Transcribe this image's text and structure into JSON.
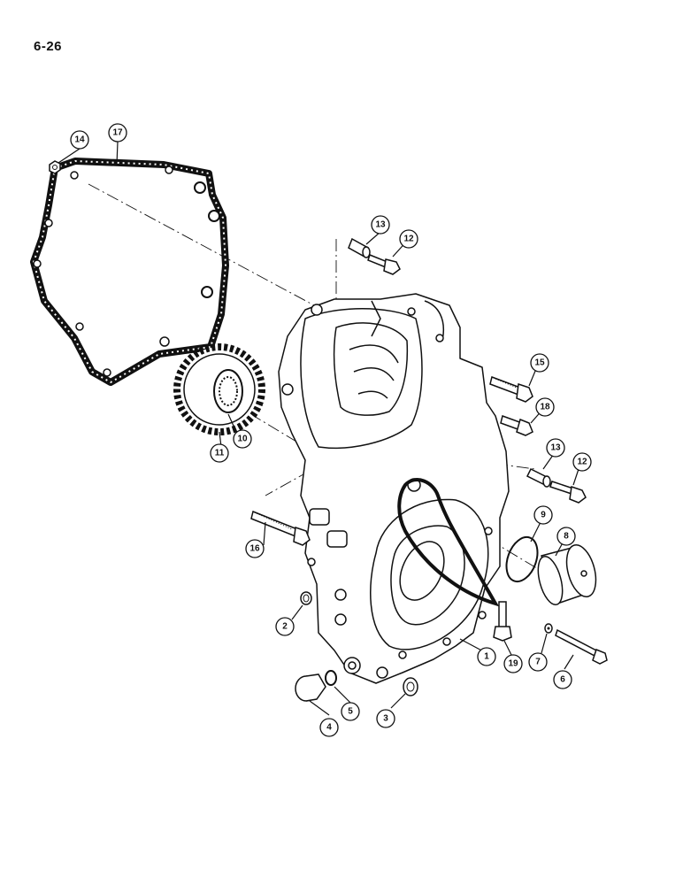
{
  "page": {
    "number": "6-26"
  },
  "callouts": [
    {
      "id": "c1",
      "label": "1"
    },
    {
      "id": "c2",
      "label": "2"
    },
    {
      "id": "c3",
      "label": "3"
    },
    {
      "id": "c4",
      "label": "4"
    },
    {
      "id": "c5",
      "label": "5"
    },
    {
      "id": "c6",
      "label": "6"
    },
    {
      "id": "c7",
      "label": "7"
    },
    {
      "id": "c8",
      "label": "8"
    },
    {
      "id": "c9",
      "label": "9"
    },
    {
      "id": "c10",
      "label": "10"
    },
    {
      "id": "c11",
      "label": "11"
    },
    {
      "id": "c12a",
      "label": "12"
    },
    {
      "id": "c12b",
      "label": "12"
    },
    {
      "id": "c13a",
      "label": "13"
    },
    {
      "id": "c13b",
      "label": "13"
    },
    {
      "id": "c14",
      "label": "14"
    },
    {
      "id": "c15",
      "label": "15"
    },
    {
      "id": "c16",
      "label": "16"
    },
    {
      "id": "c17",
      "label": "17"
    },
    {
      "id": "c18",
      "label": "18"
    },
    {
      "id": "c19",
      "label": "19"
    }
  ]
}
